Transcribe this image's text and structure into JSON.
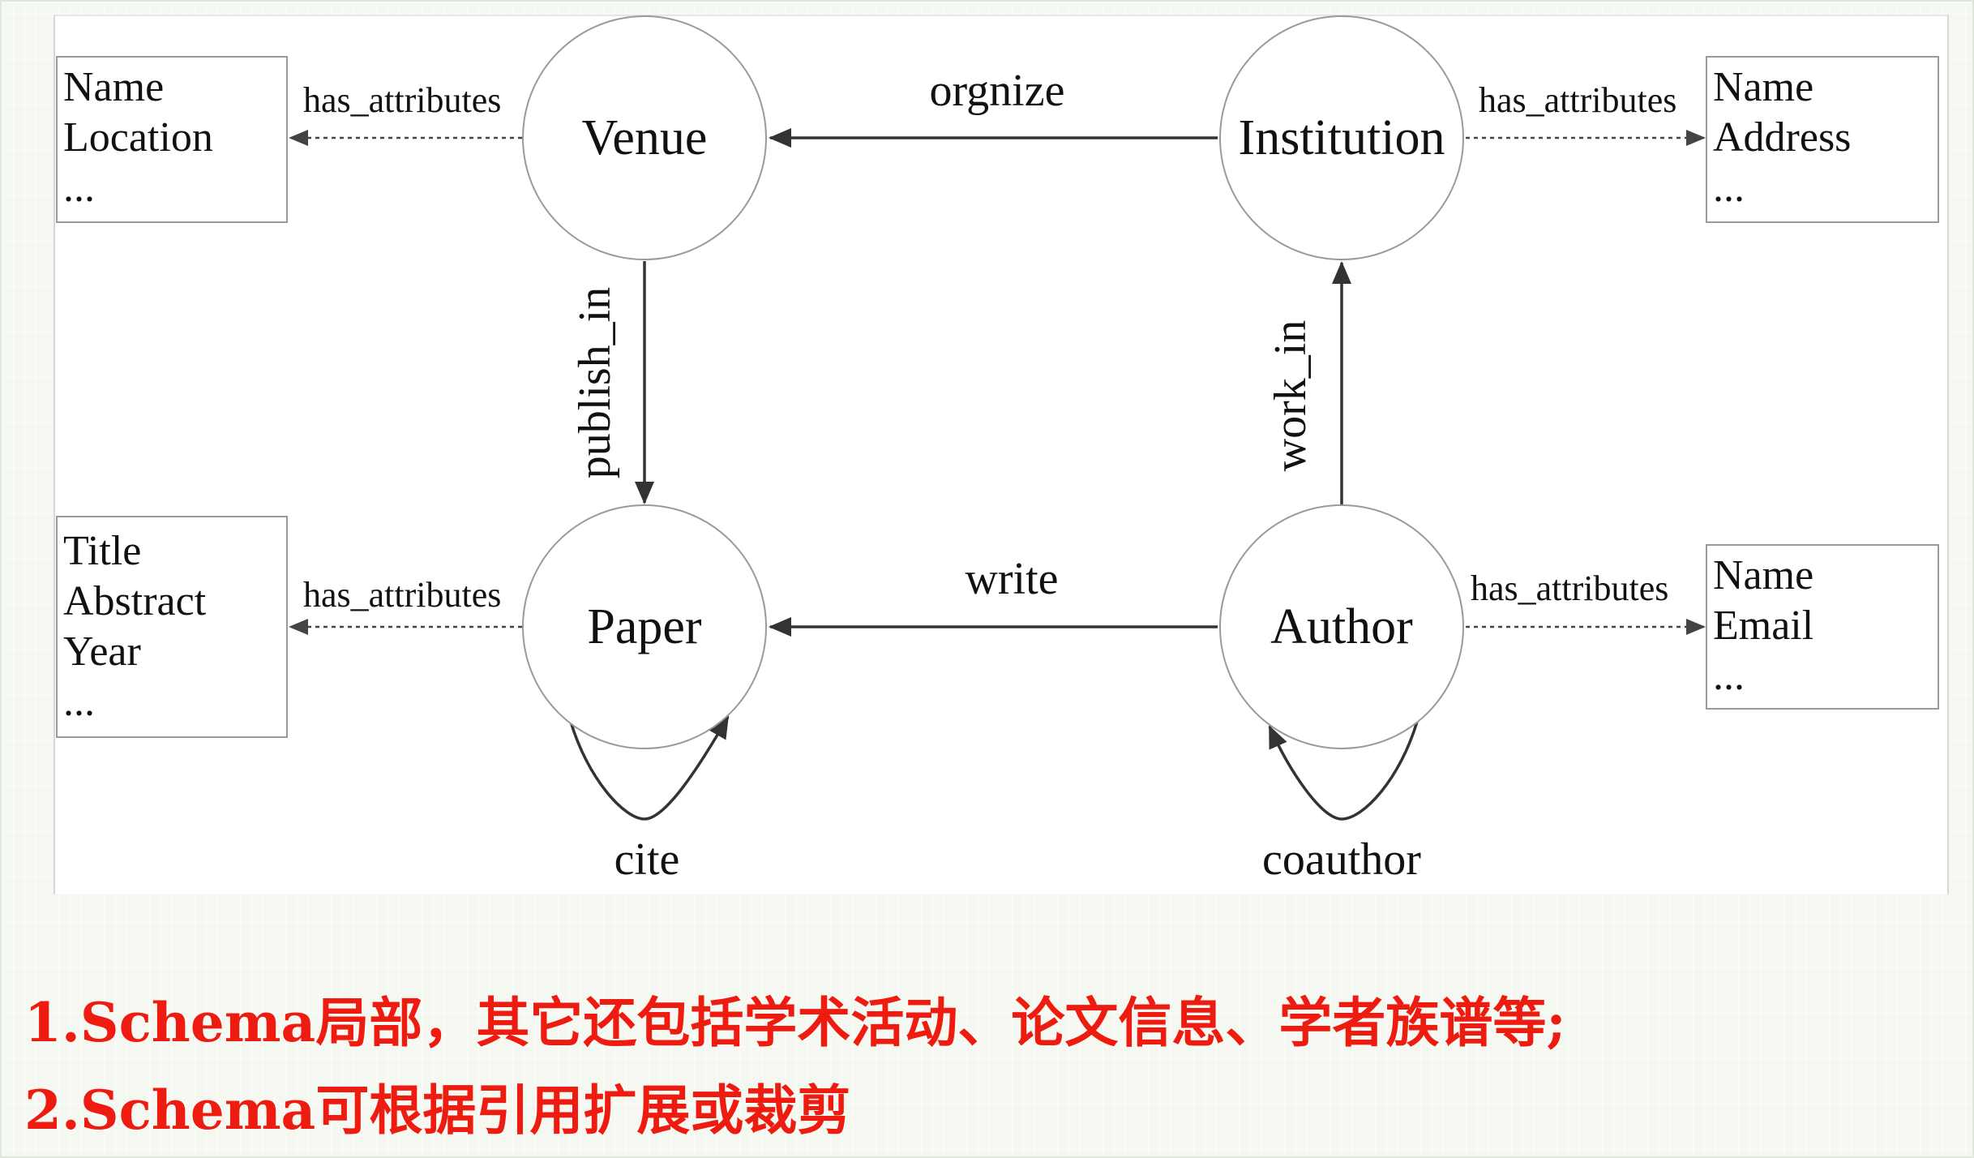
{
  "nodes": {
    "venue": "Venue",
    "institution": "Institution",
    "paper": "Paper",
    "author": "Author"
  },
  "edges": {
    "orgnize": "orgnize",
    "publish_in": "publish_in",
    "work_in": "work_in",
    "write": "write",
    "cite": "cite",
    "coauthor": "coauthor",
    "has_attributes": "has_attributes"
  },
  "attribute_boxes": {
    "venue": [
      "Name",
      "Location",
      "..."
    ],
    "institution": [
      "Name",
      "Address",
      "..."
    ],
    "paper": [
      "Title",
      "Abstract",
      "Year",
      "..."
    ],
    "author": [
      "Name",
      "Email",
      "..."
    ]
  },
  "captions": {
    "line1": "1.Schema局部，其它还包括学术活动、论文信息、学者族谱等;",
    "line2": "2.Schema可根据引用扩展或裁剪"
  },
  "colors": {
    "caption": "#ee1c10",
    "slide_background": "#f4f8f1",
    "node_stroke": "#9a9a9a",
    "edge": "#333333"
  }
}
